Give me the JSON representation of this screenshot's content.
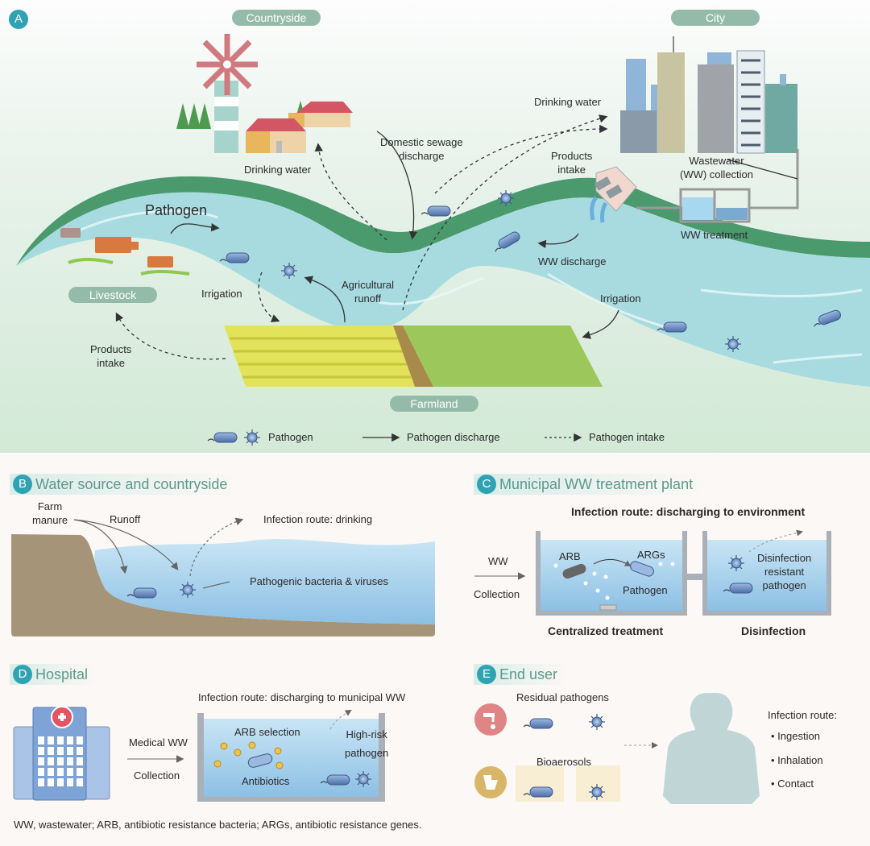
{
  "panel_a": {
    "badge": "A",
    "region_labels": {
      "countryside": "Countryside",
      "city": "City",
      "livestock": "Livestock",
      "farmland": "Farmland"
    },
    "labels": {
      "pathogen": "Pathogen",
      "drinking_water_country": "Drinking water",
      "domestic_sewage": "Domestic sewage\ndischarge",
      "drinking_water_city": "Drinking water",
      "products_intake_city": "Products\nintake",
      "wastewater_collection": "Wastewater\n(WW) collection",
      "ww_treatment": "WW treatment",
      "ww_discharge": "WW discharge",
      "irrigation_left": "Irrigation",
      "agricultural_runoff": "Agricultural\nrunoff",
      "irrigation_right": "Irrigation",
      "products_intake_livestock": "Products\nintake"
    },
    "legend": {
      "pathogen": "Pathogen",
      "discharge": "Pathogen discharge",
      "intake": "Pathogen intake"
    }
  },
  "panel_b": {
    "badge": "B",
    "title": "Water source and countryside",
    "farm_manure": "Farm\nmanure",
    "runoff": "Runoff",
    "infection_route": "Infection route: drinking",
    "pathogenic": "Pathogenic bacteria & viruses"
  },
  "panel_c": {
    "badge": "C",
    "title": "Municipal WW treatment plant",
    "infection_route": "Infection route: discharging to environment",
    "ww": "WW",
    "collection": "Collection",
    "arb": "ARB",
    "args": "ARGs",
    "pathogen": "Pathogen",
    "disinfection_resistant": "Disinfection\nresistant\npathogen",
    "centralized": "Centralized treatment",
    "disinfection": "Disinfection"
  },
  "panel_d": {
    "badge": "D",
    "title": "Hospital",
    "infection_route": "Infection route: discharging to municipal WW",
    "medical_ww": "Medical WW",
    "collection": "Collection",
    "arb_selection": "ARB selection",
    "high_risk": "High-risk\npathogen",
    "antibiotics": "Antibiotics"
  },
  "panel_e": {
    "badge": "E",
    "title": "End user",
    "residual": "Residual pathogens",
    "bioaerosols": "Bioaerosols",
    "infection_route": "Infection route:",
    "routes": [
      "• Ingestion",
      "• Inhalation",
      "• Contact"
    ]
  },
  "footnote": "WW, wastewater; ARB, antibiotic resistance bacteria; ARGs, antibiotic resistance genes.",
  "colors": {
    "accent_teal": "#2fa3b3",
    "pill_green": "#94bba9",
    "river": "#a8dbe0",
    "bank": "#4b9a6e"
  }
}
